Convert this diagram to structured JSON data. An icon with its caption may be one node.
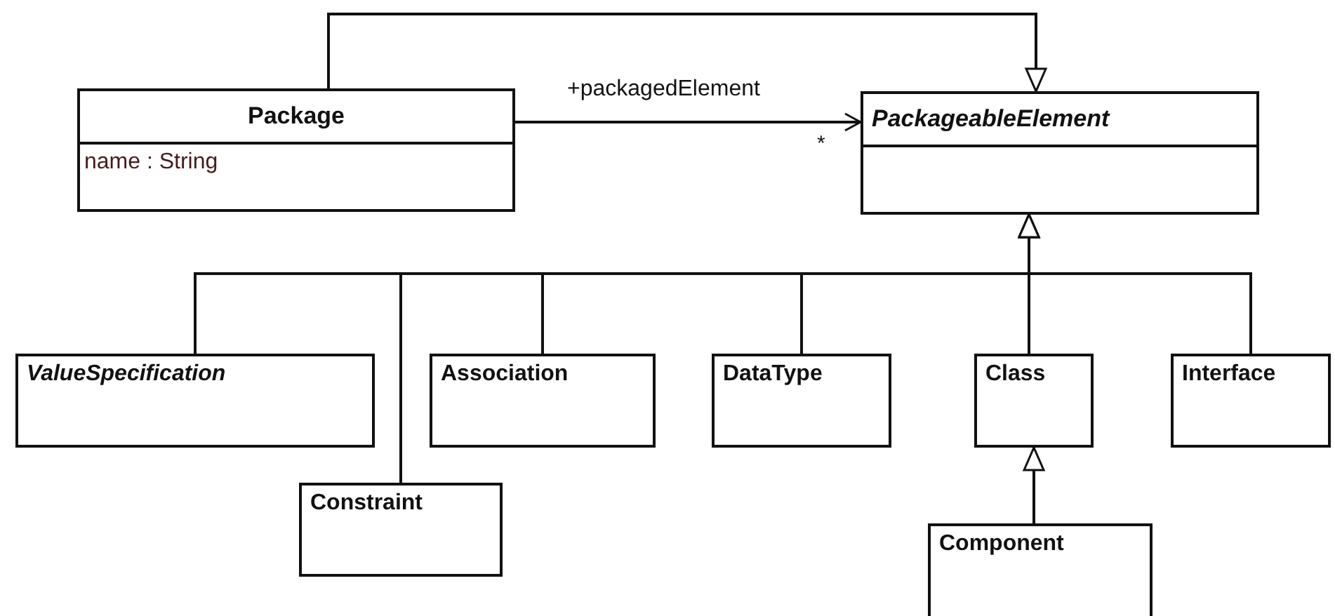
{
  "diagram": {
    "nodes": [
      {
        "text": [
          "Package",
          "name : String"
        ]
      },
      {
        "text": [
          "PackageableElement"
        ]
      },
      {
        "text": [
          "ValueSpecification"
        ]
      },
      {
        "text": [
          "Association"
        ]
      },
      {
        "text": [
          "DataType"
        ]
      },
      {
        "text": [
          "Class"
        ]
      },
      {
        "text": [
          "Interface"
        ]
      },
      {
        "text": [
          "Constraint"
        ]
      },
      {
        "text": [
          "Component"
        ]
      }
    ],
    "edges": [
      {
        "from": 0,
        "to": 1,
        "arrow": "to"
      },
      {
        "from": 0,
        "to": 1,
        "arrow": "to",
        "label": "+packagedElement"
      },
      {
        "from": 2,
        "to": 1,
        "arrow": "to"
      },
      {
        "from": 7,
        "to": 1,
        "arrow": "to"
      },
      {
        "from": 3,
        "to": 1,
        "arrow": "to"
      },
      {
        "from": 4,
        "to": 1,
        "arrow": "to"
      },
      {
        "from": 5,
        "to": 1,
        "arrow": "to"
      },
      {
        "from": 6,
        "to": 1,
        "arrow": "to"
      },
      {
        "from": 8,
        "to": 5,
        "arrow": "to"
      }
    ],
    "labels": [
      "*"
    ]
  }
}
